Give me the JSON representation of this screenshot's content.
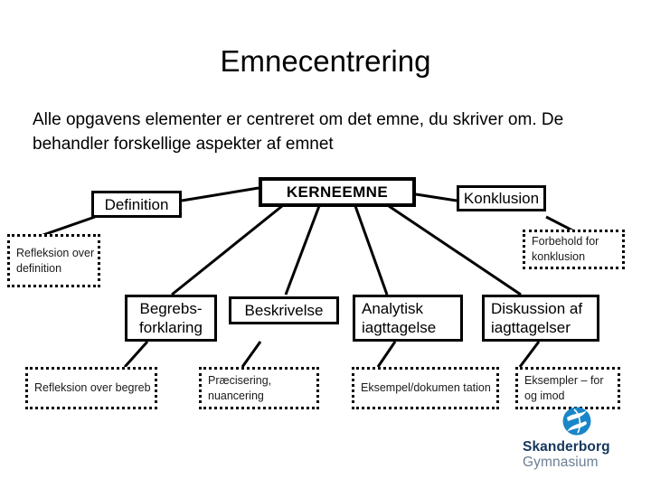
{
  "slide": {
    "title": "Emnecentrering",
    "body": "Alle opgavens elementer er centreret om det emne, du skriver om. De behandler forskellige aspekter af emnet"
  },
  "colors": {
    "ink": "#000000",
    "dotted_text": "#1a1a1a",
    "logo_blue": "#1a86c8",
    "logo_navy": "#14375c",
    "logo_gray": "#6b7f92",
    "background": "#ffffff"
  },
  "diagram": {
    "nodes": [
      {
        "id": "definition",
        "label": "Definition",
        "style": "solid",
        "align": "center"
      },
      {
        "id": "kerneemne",
        "label": "KERNEEMNE",
        "style": "solid",
        "align": "center"
      },
      {
        "id": "konklusion",
        "label": "Konklusion",
        "style": "solid",
        "align": "center"
      },
      {
        "id": "refleksion-def",
        "label": "Refleksion over definition",
        "style": "dotted",
        "align": "left"
      },
      {
        "id": "forbehold",
        "label": "Forbehold for konklusion",
        "style": "dotted",
        "align": "left"
      },
      {
        "id": "begrebsforklaring",
        "label": "Begrebs-forklaring",
        "style": "solid",
        "align": "center"
      },
      {
        "id": "beskrivelse",
        "label": "Beskrivelse",
        "style": "solid",
        "align": "center"
      },
      {
        "id": "analytisk",
        "label": "Analytisk iagttagelse",
        "style": "solid",
        "align": "left"
      },
      {
        "id": "diskussion",
        "label": "Diskussion af iagttagelser",
        "style": "solid",
        "align": "left"
      },
      {
        "id": "refleksion-begreb",
        "label": "Refleksion over begreb",
        "style": "dotted",
        "align": "left"
      },
      {
        "id": "praecisering",
        "label": "Præcisering, nuancering",
        "style": "dotted",
        "align": "left"
      },
      {
        "id": "eksempel-dok",
        "label": "Eksempel/dokumen tation",
        "style": "dotted",
        "align": "left"
      },
      {
        "id": "eksempler",
        "label": "Eksempler – for og imod",
        "style": "dotted",
        "align": "left"
      }
    ]
  },
  "logo": {
    "name": "Skanderborg",
    "subtitle": "Gymnasium"
  }
}
